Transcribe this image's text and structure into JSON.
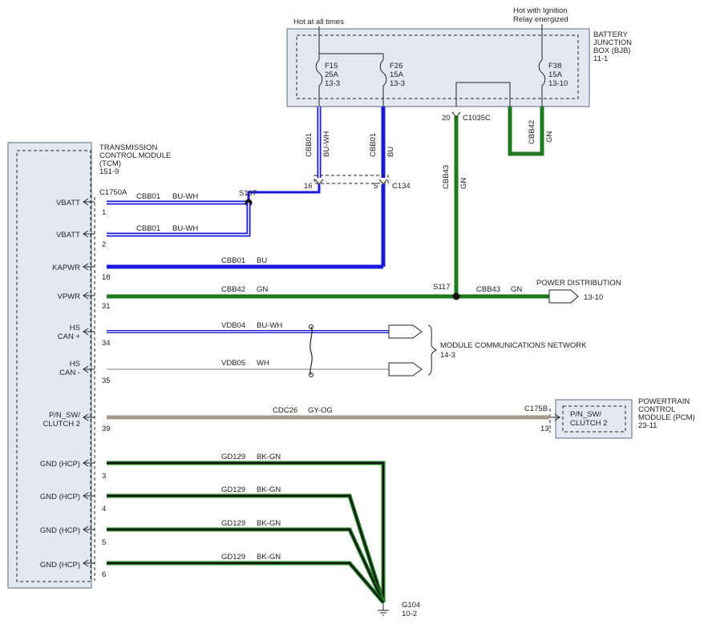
{
  "colors": {
    "blue": "#1a1adc",
    "green": "#1e7a1e",
    "gray_og": "#a89a8a",
    "black_green": "#1e7a1e",
    "white_wire": "#999999"
  },
  "bjb": {
    "title_lines": [
      "BATTERY",
      "JUNCTION",
      "BOX (BJB)",
      "11-1"
    ],
    "hot_at_all_times": "Hot at all times",
    "hot_ignition_lines": [
      "Hot with Ignition",
      "Relay energized"
    ],
    "fuses": [
      {
        "name": "F15",
        "amp": "25A",
        "ref": "13-3"
      },
      {
        "name": "F26",
        "amp": "15A",
        "ref": "13-3"
      },
      {
        "name": "F38",
        "amp": "15A",
        "ref": "13-10"
      }
    ],
    "connector": "C1035C",
    "connector_pin": "20"
  },
  "tcm": {
    "title_lines": [
      "TRANSMISSION",
      "CONTROL MODULE",
      "(TCM)",
      "151-9"
    ],
    "connector": "C1750A"
  },
  "vertical_wires": {
    "cbb01_buwh": [
      "CBB01",
      "BU-WH"
    ],
    "cbb01_bu": [
      "CBB01",
      "BU"
    ],
    "cbb43_gn": [
      "CBB43",
      "GN"
    ],
    "cbb42_gn": [
      "CBB42",
      "GN"
    ]
  },
  "c134": {
    "name": "C134",
    "pin_left": "16",
    "pin_right": "5"
  },
  "splices": {
    "s107": "S107",
    "s117": "S117"
  },
  "pins": [
    {
      "label_lines": [
        "VBATT"
      ],
      "pin": "1",
      "circuit": "CBB01",
      "color": "BU-WH"
    },
    {
      "label_lines": [
        "VBATT"
      ],
      "pin": "2",
      "circuit": "CBB01",
      "color": "BU-WH"
    },
    {
      "label_lines": [
        "KAPWR"
      ],
      "pin": "18",
      "circuit": "CBB01",
      "color": "BU"
    },
    {
      "label_lines": [
        "VPWR"
      ],
      "pin": "31",
      "circuit": "CBB42",
      "color": "GN"
    },
    {
      "label_lines": [
        "HS",
        "CAN +"
      ],
      "pin": "34",
      "circuit": "VDB04",
      "color": "BU-WH"
    },
    {
      "label_lines": [
        "HS",
        "CAN -"
      ],
      "pin": "35",
      "circuit": "VDB05",
      "color": "WH"
    },
    {
      "label_lines": [
        "P/N_SW/",
        "CLUTCH 2"
      ],
      "pin": "39",
      "circuit": "CDC26",
      "color": "GY-OG"
    },
    {
      "label_lines": [
        "GND (HCP)"
      ],
      "pin": "3",
      "circuit": "GD129",
      "color": "BK-GN"
    },
    {
      "label_lines": [
        "GND (HCP)"
      ],
      "pin": "4",
      "circuit": "GD129",
      "color": "BK-GN"
    },
    {
      "label_lines": [
        "GND (HCP)"
      ],
      "pin": "5",
      "circuit": "GD129",
      "color": "BK-GN"
    },
    {
      "label_lines": [
        "GND (HCP)"
      ],
      "pin": "6",
      "circuit": "GD129",
      "color": "BK-GN"
    }
  ],
  "power_distribution": {
    "title": "POWER DISTRIBUTION",
    "circuit": "CBB43",
    "color": "GN",
    "ref": "13-10"
  },
  "network": {
    "title": "MODULE COMMUNICATIONS NETWORK",
    "ref": "14-3"
  },
  "pcm": {
    "title_lines": [
      "POWERTRAIN",
      "CONTROL",
      "MODULE (PCM)",
      "23-11"
    ],
    "connector": "C175B",
    "pin": "13",
    "inner_lines": [
      "P/N_SW/",
      "CLUTCH 2"
    ]
  },
  "ground": {
    "name": "G104",
    "ref": "10-2"
  }
}
